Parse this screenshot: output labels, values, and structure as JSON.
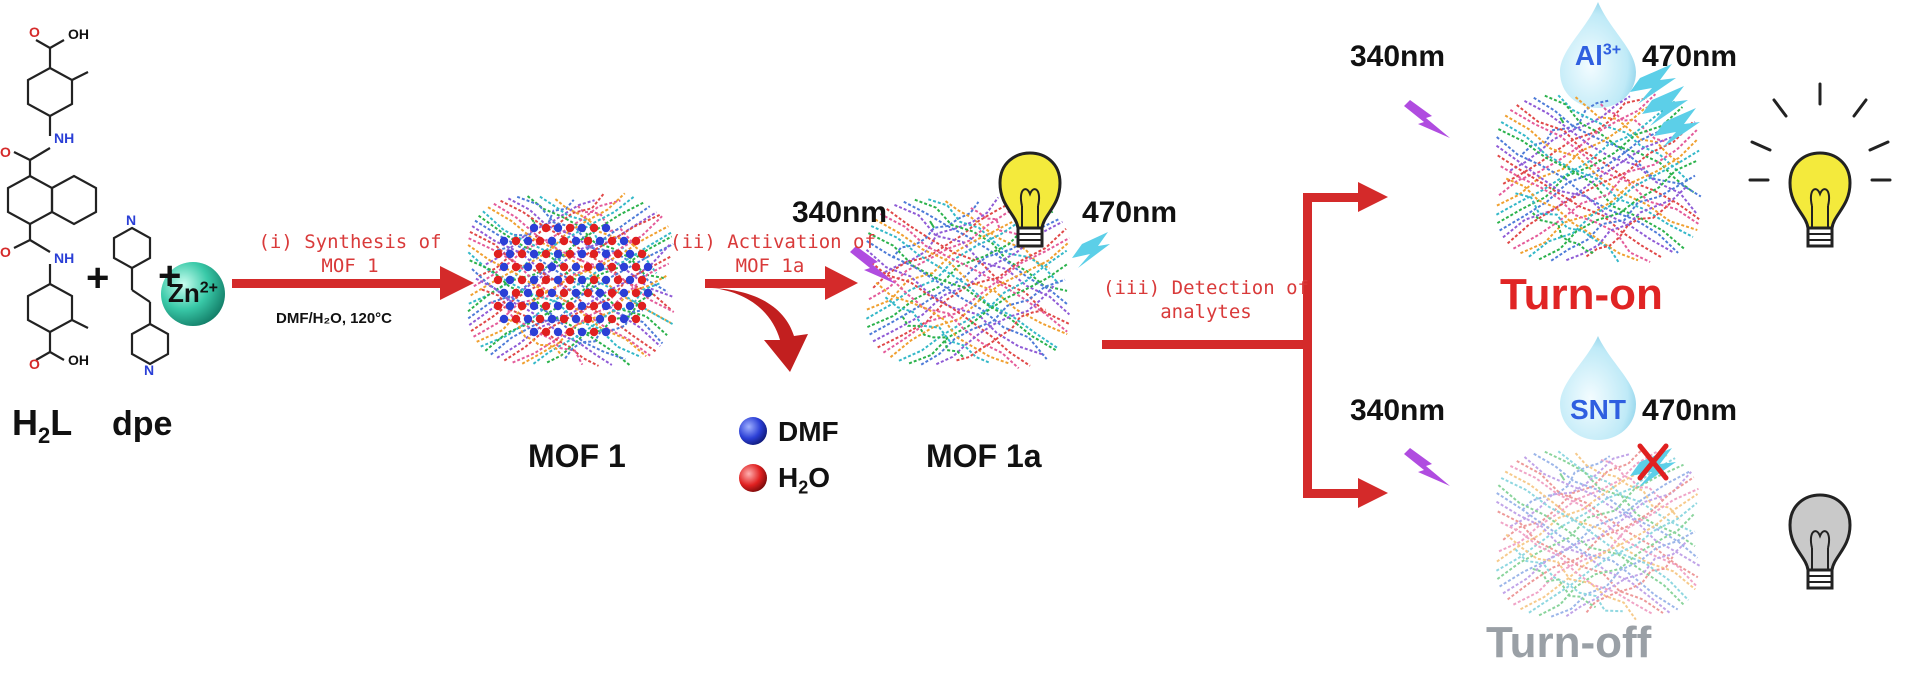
{
  "labels": {
    "ligand": "H2L",
    "ligand_main": "H",
    "ligand_sub": "2",
    "ligand_tail": "L",
    "dpe": "dpe",
    "plus": "+",
    "zn": "Zn",
    "zn_sup": "2+",
    "mof1": "MOF 1",
    "mof1a": "MOF 1a",
    "dmf": "DMF",
    "h2o_main": "H",
    "h2o_sub": "2",
    "h2o_tail": "O"
  },
  "chem": {
    "oh": "OH",
    "o": "O",
    "nh": "NH",
    "n": "N"
  },
  "steps": {
    "step1_line1": "(i) Synthesis of",
    "step1_line2": "MOF 1",
    "conditions": "DMF/H₂O,  120°C",
    "step2_line1": "(ii) Activation of",
    "step2_line2": "MOF 1a",
    "step3_line1": "(iii) Detection of",
    "step3_line2": "analytes"
  },
  "wavelengths": {
    "excitation": "340nm",
    "emission": "470nm"
  },
  "analytes": {
    "al_main": "Al",
    "al_sup": "3+",
    "snt": "SNT"
  },
  "results": {
    "turn_on": "Turn-on",
    "turn_off": "Turn-off"
  },
  "colors": {
    "arrow_red": "#d42a2a",
    "turn_on_red": "#e02424",
    "turn_off_gray": "#9aa0a6",
    "bulb_on": "#f4ea3c",
    "bulb_off": "#c9c9c9",
    "lightning_purple": "#b04ce0",
    "lightning_blue": "#5ccfe8",
    "drop_blue": "#bfeaf7",
    "zn_sphere": "#39c9a8",
    "dmf_blue": "#2b3fd6",
    "h2o_red": "#e02020"
  }
}
